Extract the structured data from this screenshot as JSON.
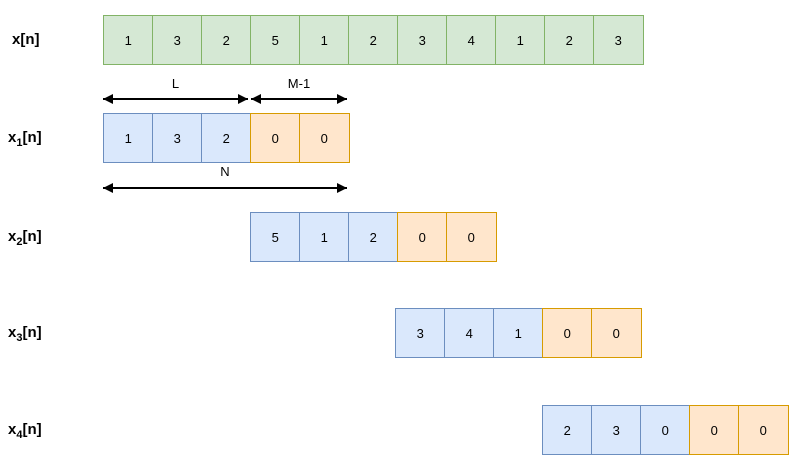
{
  "colors": {
    "background": "#ffffff",
    "text": "#000000",
    "arrow": "#000000",
    "green_fill": "#d5e8d4",
    "green_border": "#82b366",
    "blue_fill": "#dae8fc",
    "blue_border": "#6c8ebf",
    "orange_fill": "#ffe6cc",
    "orange_border": "#d79b00"
  },
  "signal_row": {
    "label_base": "x",
    "label_sub": "",
    "label_suffix": "[n]",
    "cells": [
      "1",
      "3",
      "2",
      "5",
      "1",
      "2",
      "3",
      "4",
      "1",
      "2",
      "3"
    ]
  },
  "annotations": {
    "l_label": "L",
    "m_minus_1_label": "M-1",
    "n_label": "N"
  },
  "blocks": [
    {
      "label_base": "x",
      "label_sub": "1",
      "label_suffix": "[n]",
      "data_cells": [
        "1",
        "3",
        "2"
      ],
      "zero_cells": [
        "0",
        "0"
      ]
    },
    {
      "label_base": "x",
      "label_sub": "2",
      "label_suffix": "[n]",
      "data_cells": [
        "5",
        "1",
        "2"
      ],
      "zero_cells": [
        "0",
        "0"
      ]
    },
    {
      "label_base": "x",
      "label_sub": "3",
      "label_suffix": "[n]",
      "data_cells": [
        "3",
        "4",
        "1"
      ],
      "zero_cells": [
        "0",
        "0"
      ]
    },
    {
      "label_base": "x",
      "label_sub": "4",
      "label_suffix": "[n]",
      "data_cells": [
        "2",
        "3",
        "0"
      ],
      "zero_cells": [
        "0",
        "0"
      ]
    }
  ]
}
